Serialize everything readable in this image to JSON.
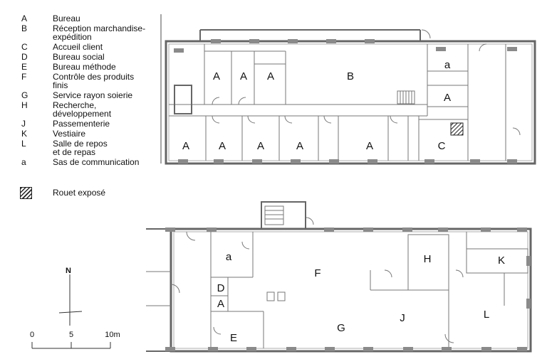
{
  "legend": [
    {
      "code": "A",
      "label": "Bureau"
    },
    {
      "code": "B",
      "label": "Réception marchandise-\nexpédition"
    },
    {
      "code": "C",
      "label": "Accueil client"
    },
    {
      "code": "D",
      "label": "Bureau social"
    },
    {
      "code": "E",
      "label": "Bureau méthode"
    },
    {
      "code": "F",
      "label": "Contrôle des produits\nfinis"
    },
    {
      "code": "G",
      "label": "Service rayon soierie"
    },
    {
      "code": "H",
      "label": "Recherche,\ndéveloppement"
    },
    {
      "code": "J",
      "label": "Passementerie"
    },
    {
      "code": "K",
      "label": "Vestiaire"
    },
    {
      "code": "L",
      "label": "Salle de repos\net de repas"
    },
    {
      "code": "a",
      "label": "Sas de communication"
    }
  ],
  "hatch_legend": {
    "label": "Rouet exposé"
  },
  "upper_plan": {
    "labels": {
      "a1": "A",
      "a2": "A",
      "a3": "A",
      "b": "B",
      "sas": "a",
      "a_right": "A",
      "a4": "A",
      "a5": "A",
      "a6": "A",
      "a7": "A",
      "a8": "A",
      "c": "C"
    }
  },
  "lower_plan": {
    "labels": {
      "sas": "a",
      "f": "F",
      "h": "H",
      "k": "K",
      "d": "D",
      "a": "A",
      "g": "G",
      "j": "J",
      "l": "L",
      "e": "E"
    }
  },
  "north": {
    "label": "N"
  },
  "scale": {
    "ticks": [
      "0",
      "5",
      "10m"
    ]
  }
}
